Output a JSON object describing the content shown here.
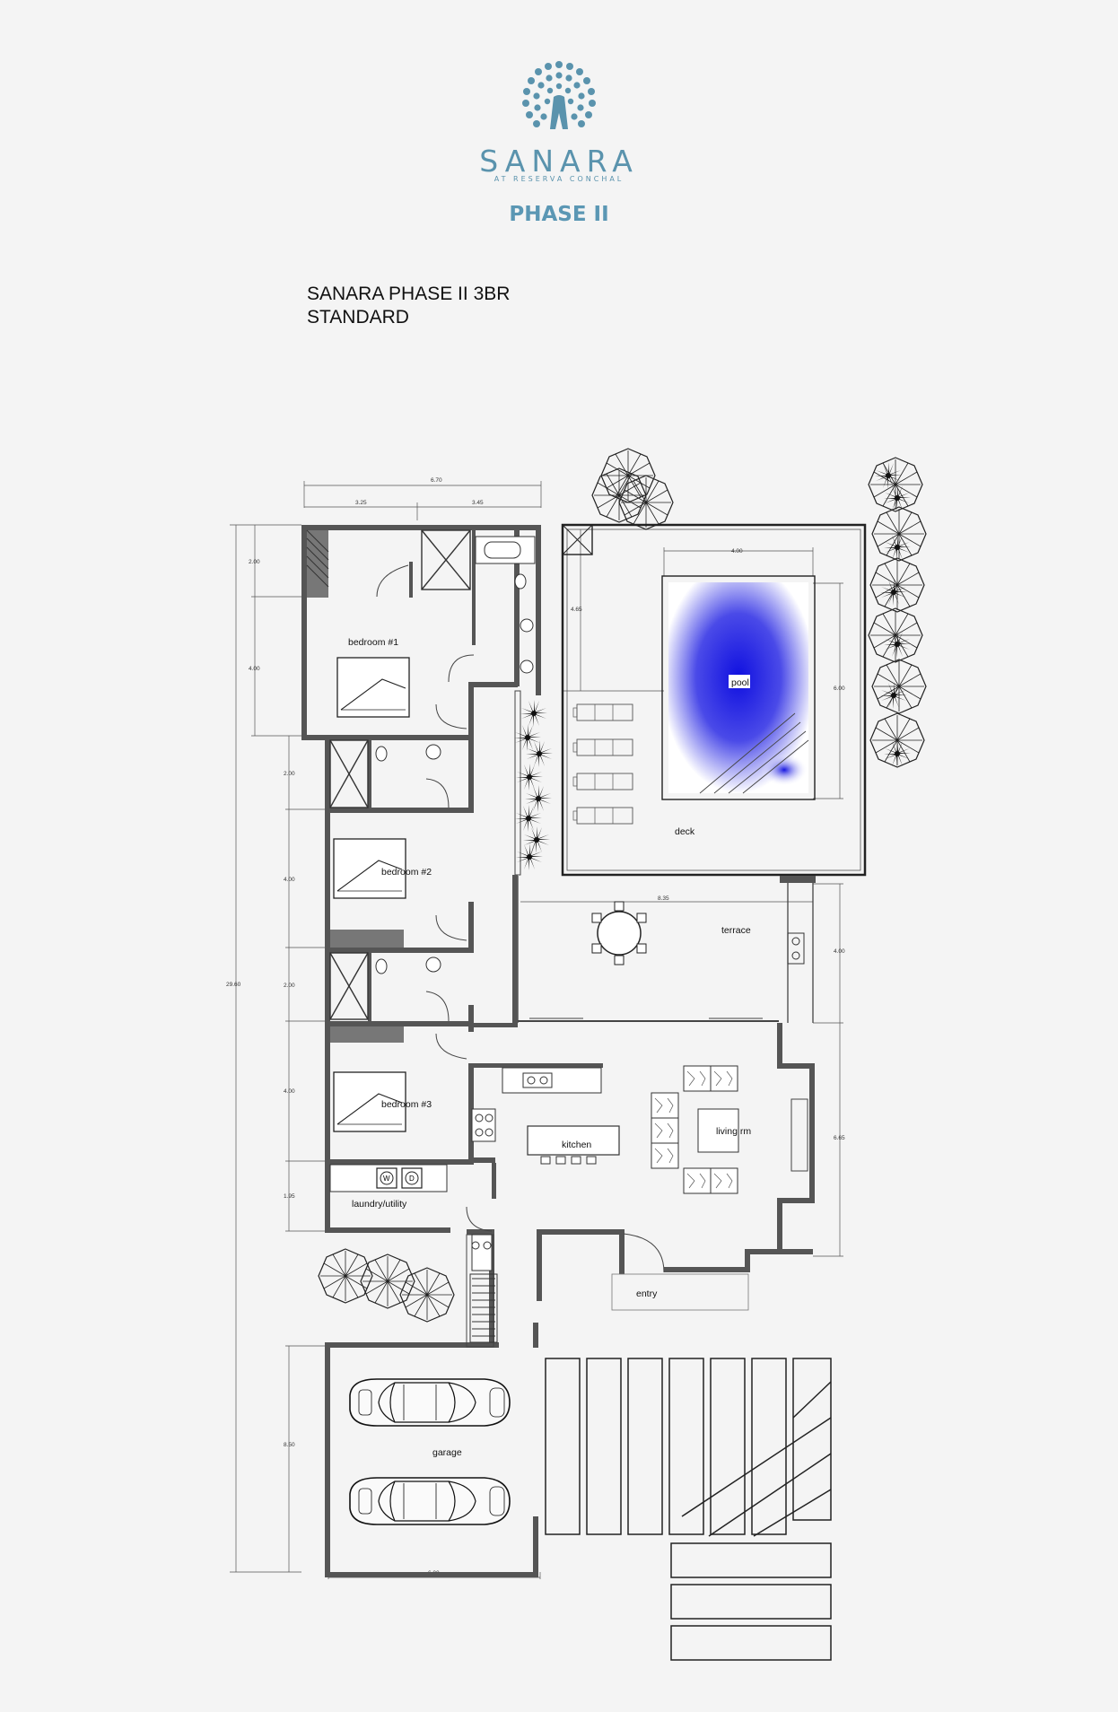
{
  "brand": {
    "name": "SANARA",
    "subtitle": "AT RESERVA CONCHAL",
    "phase": "PHASE II",
    "color": "#5a93ad"
  },
  "plan": {
    "title_line1": "SANARA PHASE II 3BR",
    "title_line2": "STANDARD"
  },
  "rooms": {
    "bedroom1": "bedroom #1",
    "bedroom2": "bedroom #2",
    "bedroom3": "bedroom #3",
    "laundry": "laundry/utility",
    "kitchen": "kitchen",
    "living": "living rm",
    "entry": "entry",
    "garage": "garage",
    "terrace": "terrace",
    "deck": "deck",
    "pool": "pool"
  },
  "appliances": {
    "washer": "W",
    "dryer": "D"
  },
  "dimensions": {
    "total_width": "6.70",
    "left_width": "3.25",
    "right_width": "3.45",
    "total_length": "29.60",
    "d_200a": "2.00",
    "d_400a": "4.00",
    "d_200b": "2.00",
    "d_400b": "4.00",
    "d_200c": "2.00",
    "d_400c": "4.00",
    "d_195": "1.95",
    "d_850": "8.50",
    "garage_width": "6.00",
    "pool_width": "4.00",
    "pool_length": "6.00",
    "pool_offset": "4.65",
    "terrace_width": "8.35",
    "terrace_depth": "4.00",
    "living_depth": "6.65"
  },
  "colors": {
    "pool": "#1f1fe0",
    "wall": "#555555"
  }
}
